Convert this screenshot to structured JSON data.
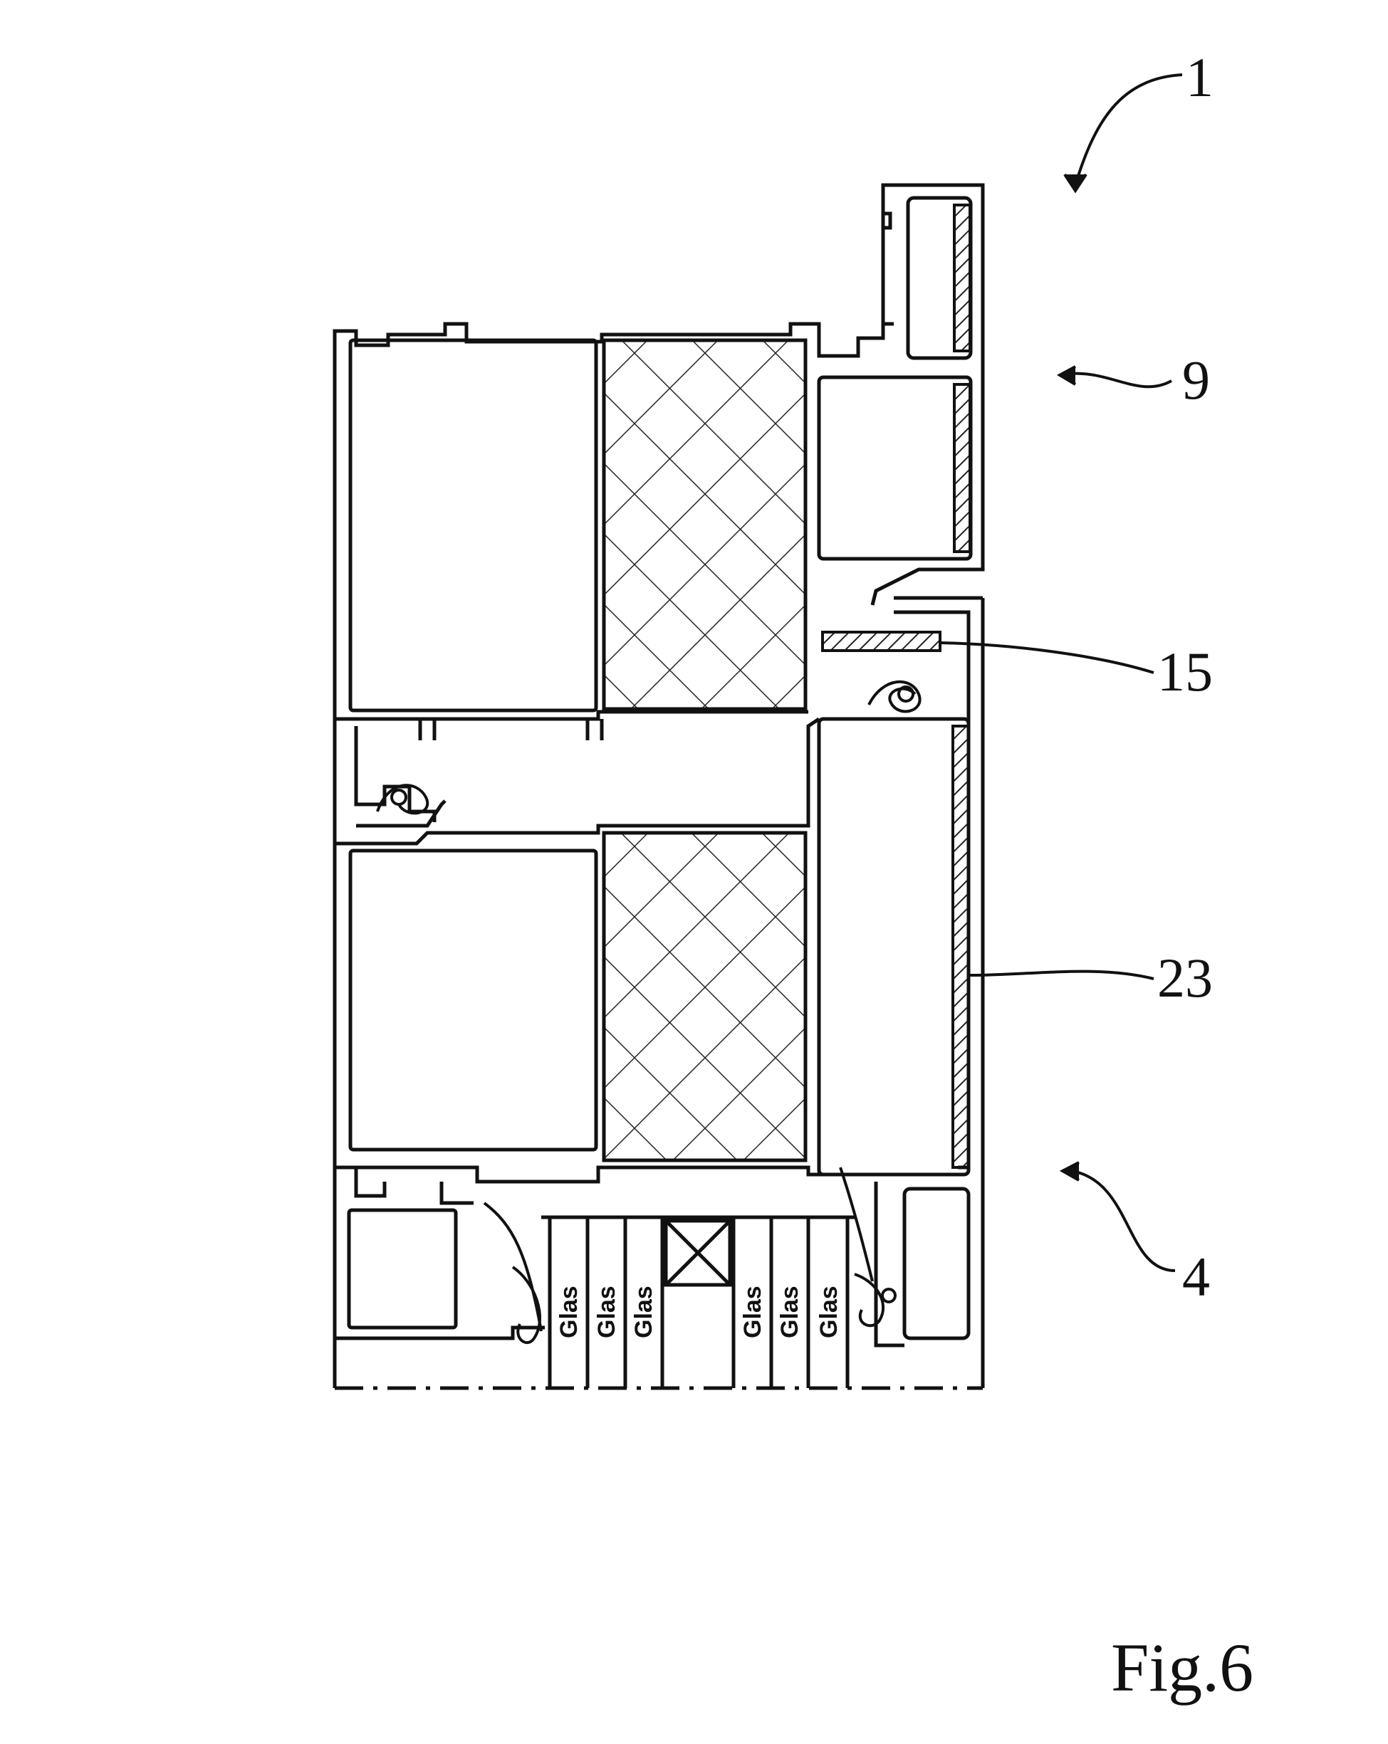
{
  "figure": {
    "label": "Fig.6",
    "reference_numerals": {
      "assembly": "1",
      "upper_frame": "9",
      "strip_15": "15",
      "strip_23": "23",
      "lower_frame": "4"
    },
    "glass_pane_label": "Glas"
  }
}
